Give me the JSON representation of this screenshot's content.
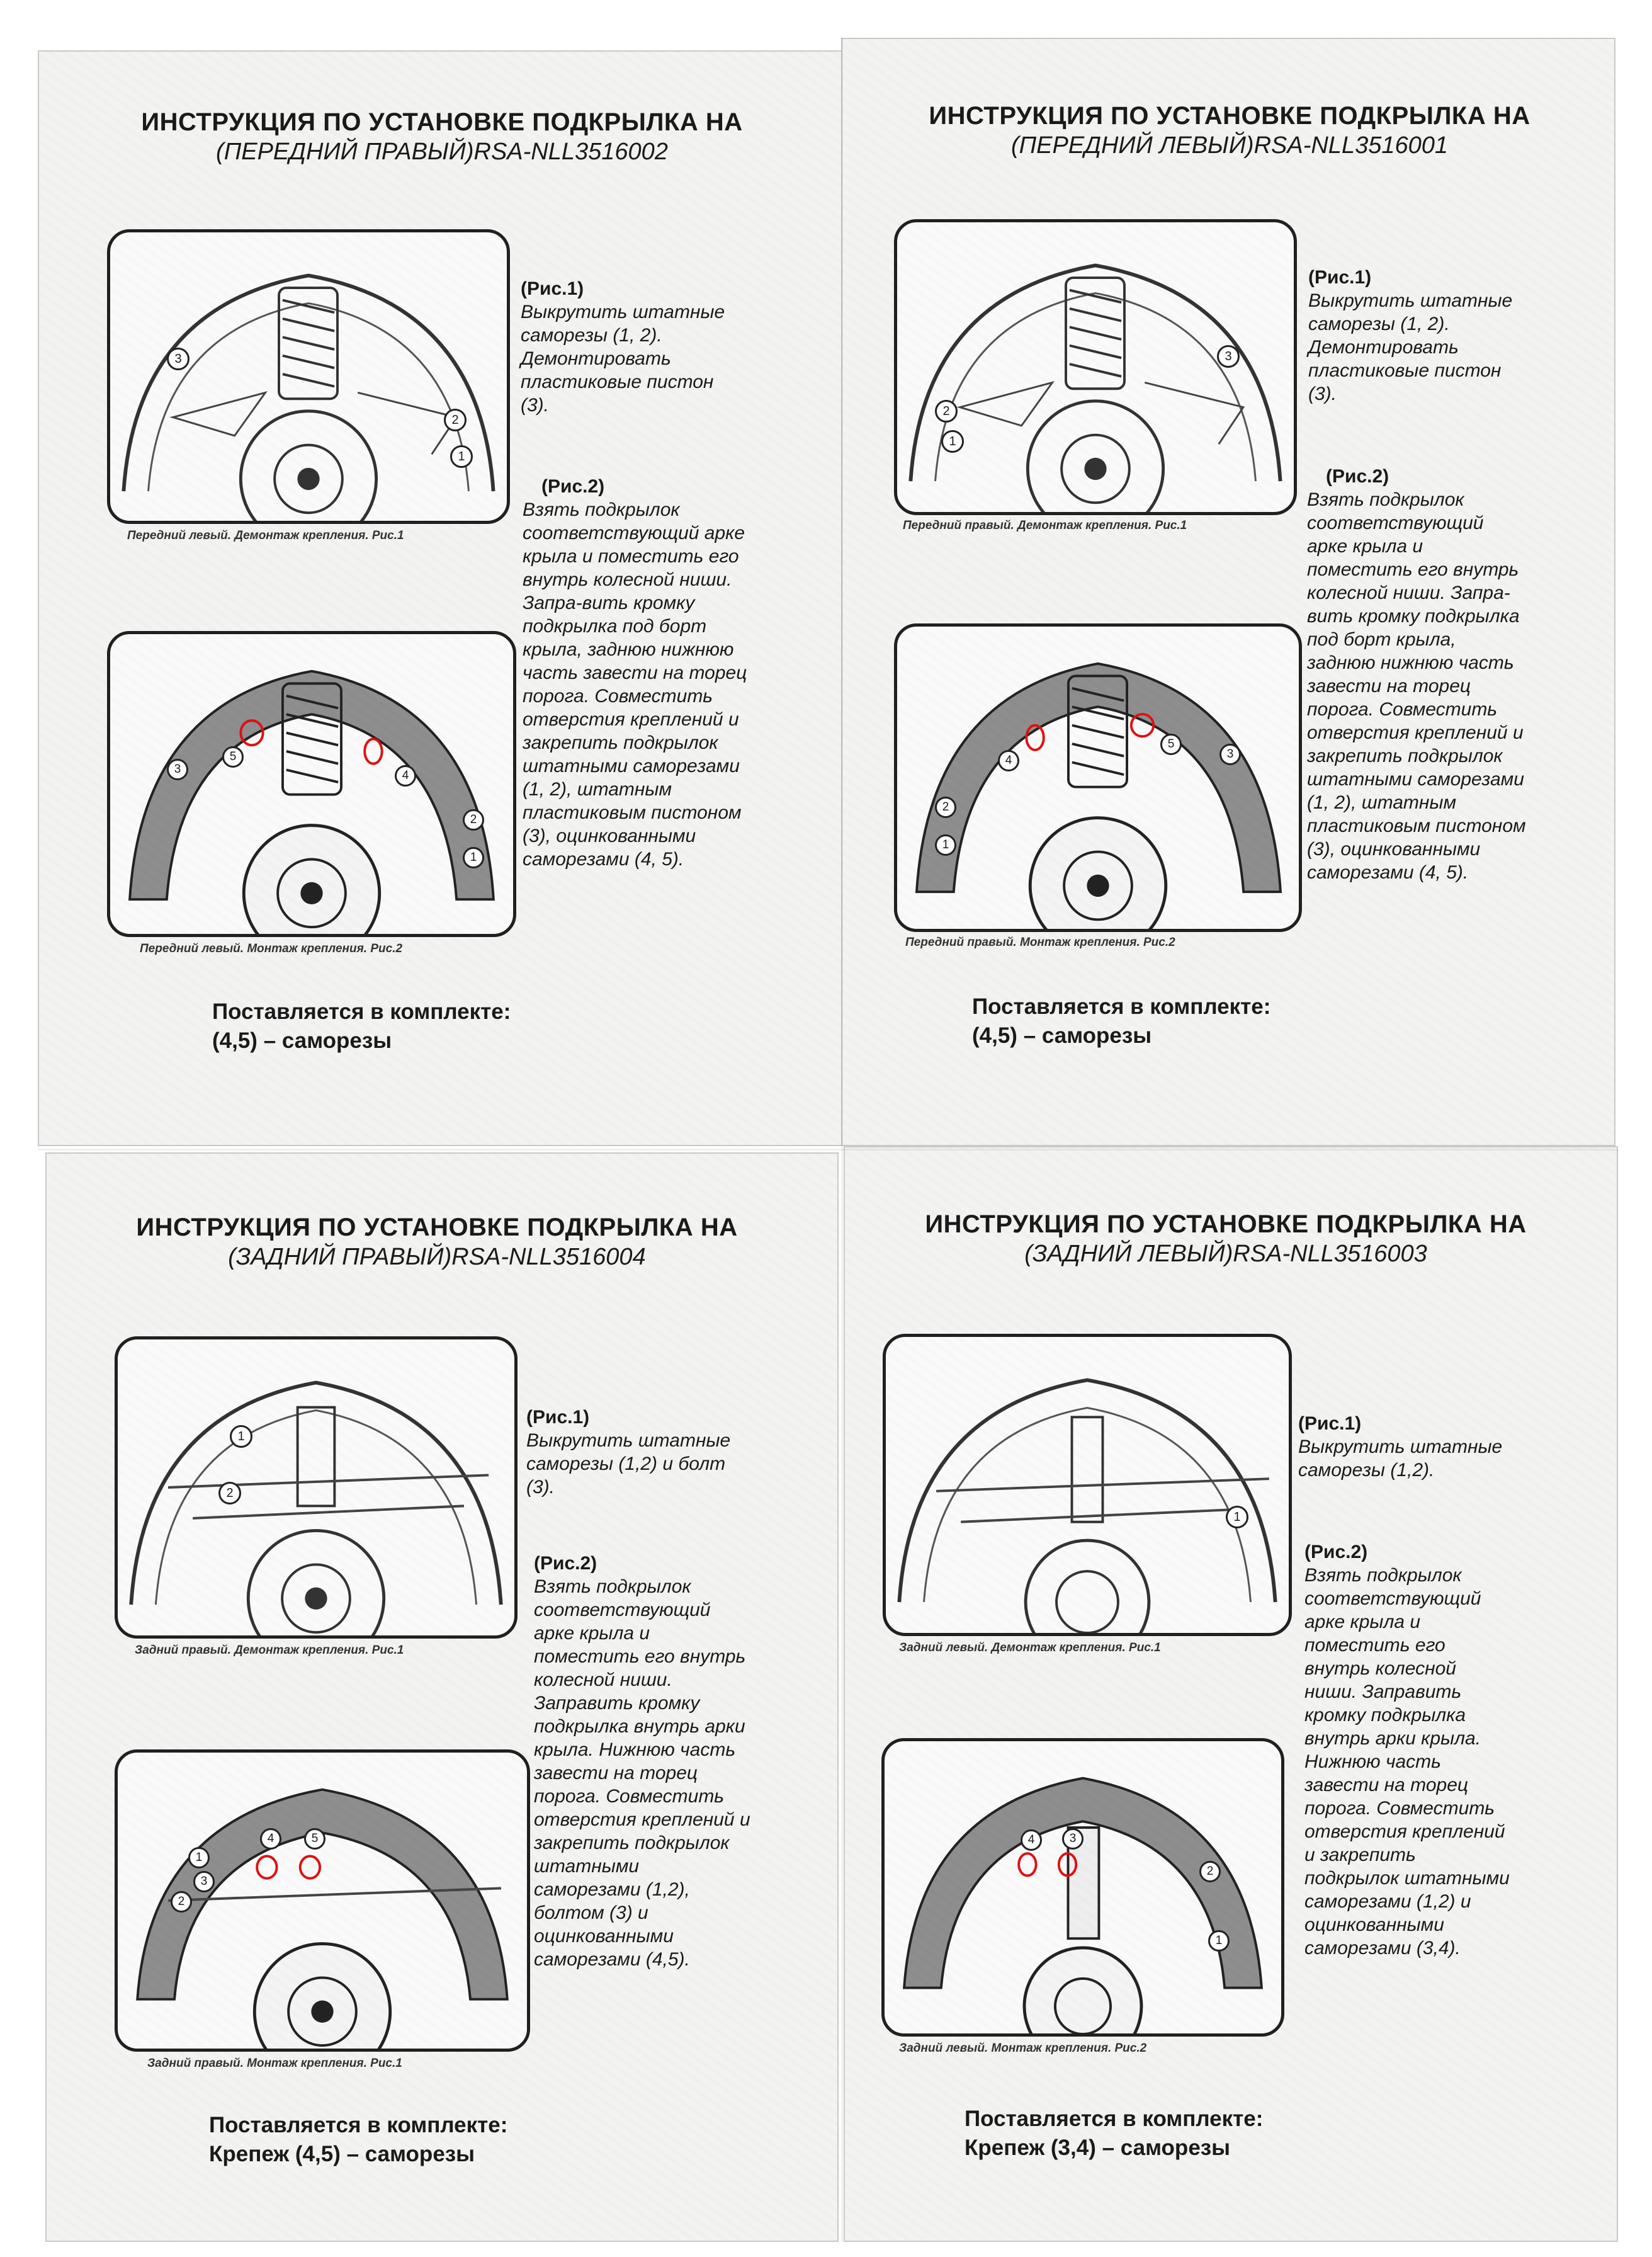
{
  "panels": [
    {
      "title": "ИНСТРУКЦИЯ ПО УСТАНОВКЕ ПОДКРЫЛКА НА",
      "subtitle": "(ПЕРЕДНИЙ ПРАВЫЙ)RSA-NLL3516002",
      "fig1_caption": "Передний левый. Демонтаж крепления. Рис.1",
      "fig2_caption": "Передний левый. Монтаж крепления. Рис.2",
      "fig1_numbers": [
        "1",
        "2",
        "3"
      ],
      "fig2_numbers": [
        "1",
        "2",
        "3",
        "4",
        "5"
      ],
      "step1_heading": "(Рис.1)",
      "step1_text": "Выкрутить штатные\nсаморезы (1, 2).\nДемонтировать\nпластиковые пистон\n(3).",
      "step2_heading": "(Рис.2)",
      "step2_text": "Взять подкрылок\nсоответствующий арке\nкрыла и поместить его\nвнутрь колесной ниши.\nЗапра-вить кромку\nподкрылка под борт\nкрыла, заднюю нижнюю\nчасть завести на торец\nпорога. Совместить\nотверстия креплений и\nзакрепить подкрылок\nштатными саморезами\n(1, 2), штатным\nпластиковым пистоном\n(3), оцинкованными\nсаморезами (4, 5).",
      "kit_line1": "Поставляется в комплекте:",
      "kit_line2": "(4,5) –  саморезы"
    },
    {
      "title": "ИНСТРУКЦИЯ ПО УСТАНОВКЕ ПОДКРЫЛКА НА",
      "subtitle": "(ПЕРЕДНИЙ ЛЕВЫЙ)RSA-NLL3516001",
      "fig1_caption": "Передний правый. Демонтаж крепления. Рис.1",
      "fig2_caption": "Передний правый. Монтаж крепления. Рис.2",
      "fig1_numbers": [
        "1",
        "2",
        "3"
      ],
      "fig2_numbers": [
        "1",
        "2",
        "3",
        "4",
        "5"
      ],
      "step1_heading": "(Рис.1)",
      "step1_text": "Выкрутить штатные\nсаморезы (1, 2).\nДемонтировать\nпластиковые пистон\n(3).",
      "step2_heading": "(Рис.2)",
      "step2_text": "Взять подкрылок\nсоответствующий\nарке крыла и\nпоместить его внутрь\nколесной ниши. Запра-\nвить кромку подкрылка\nпод борт крыла,\nзаднюю нижнюю часть\nзавести на торец\nпорога. Совместить\nотверстия креплений и\nзакрепить подкрылок\nштатными саморезами\n(1, 2), штатным\nпластиковым пистоном\n(3), оцинкованными\nсаморезами (4, 5).",
      "kit_line1": "Поставляется в комплекте:",
      "kit_line2": "(4,5) –  саморезы"
    },
    {
      "title": "ИНСТРУКЦИЯ ПО УСТАНОВКЕ ПОДКРЫЛКА НА",
      "subtitle": "(ЗАДНИЙ ПРАВЫЙ)RSA-NLL3516004",
      "fig1_caption": "Задний правый. Демонтаж крепления. Рис.1",
      "fig2_caption": "Задний правый. Монтаж крепления. Рис.1",
      "fig1_numbers": [
        "1",
        "2"
      ],
      "fig2_numbers": [
        "1",
        "2",
        "3",
        "4",
        "5"
      ],
      "step1_heading": "(Рис.1)",
      "step1_text": "Выкрутить штатные\nсаморезы (1,2) и болт\n(3).",
      "step2_heading": "(Рис.2)",
      "step2_text": "Взять подкрылок\nсоответствующий\nарке крыла и\nпоместить его внутрь\nколесной ниши.\nЗаправить кромку\nподкрылка внутрь арки\nкрыла. Нижнюю часть\nзавести на торец\nпорога. Совместить\nотверстия креплений и\nзакрепить подкрылок\nштатными\nсаморезами (1,2),\nболтом (3) и\nоцинкованными\nсаморезами (4,5).",
      "kit_line1": "Поставляется в комплекте:",
      "kit_line2": "Крепеж (4,5) – саморезы"
    },
    {
      "title": "ИНСТРУКЦИЯ ПО УСТАНОВКЕ ПОДКРЫЛКА НА",
      "subtitle": "(ЗАДНИЙ ЛЕВЫЙ)RSA-NLL3516003",
      "fig1_caption": "Задний левый. Демонтаж крепления. Рис.1",
      "fig2_caption": "Задний левый. Монтаж крепления. Рис.2",
      "fig1_numbers": [
        "1"
      ],
      "fig2_numbers": [
        "1",
        "2",
        "3",
        "4"
      ],
      "step1_heading": "(Рис.1)",
      "step1_text": "Выкрутить штатные\nсаморезы (1,2).",
      "step2_heading": "(Рис.2)",
      "step2_text": "Взять подкрылок\nсоответствующий\nарке крыла и\nпоместить его\nвнутрь колесной\nниши. Заправить\nкромку подкрылка\nвнутрь арки крыла.\nНижнюю часть\nзавести на торец\nпорога. Совместить\nотверстия креплений\nи закрепить\nподкрылок штатными\nсаморезами (1,2) и\nоцинкованными\nсаморезами (3,4).",
      "kit_line1": "Поставляется в комплекте:",
      "kit_line2": "Крепеж (3,4) – саморезы"
    }
  ]
}
